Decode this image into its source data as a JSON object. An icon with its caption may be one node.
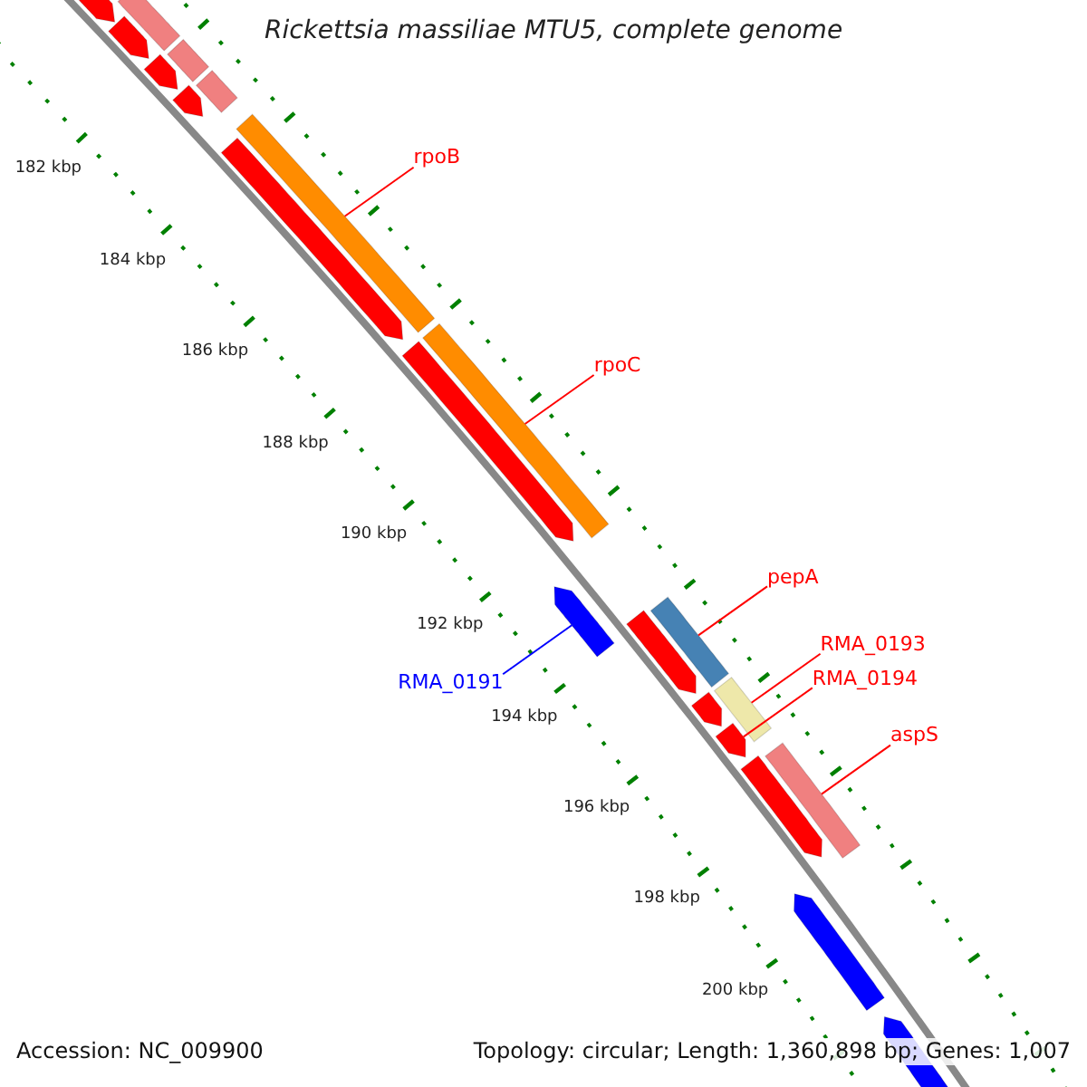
{
  "diagram": {
    "title": "Rickettsia massiliae MTU5, complete genome",
    "nodes": [
      {
        "text": [
          "rpoB"
        ]
      },
      {
        "text": [],
        "shape": "bar"
      },
      {
        "text": [
          "rpoC"
        ]
      },
      {
        "text": [],
        "shape": "bar"
      },
      {
        "text": [
          "pepA"
        ]
      },
      {
        "text": [],
        "shape": "bar"
      },
      {
        "text": [
          "RMA_0193"
        ]
      },
      {
        "text": [],
        "shape": "bar"
      },
      {
        "text": [
          "RMA_0194"
        ]
      },
      {
        "text": [],
        "shape": "bar"
      },
      {
        "text": [
          "aspS"
        ]
      },
      {
        "text": [],
        "shape": "bar"
      },
      {
        "text": [
          "RMA_0191"
        ]
      },
      {
        "text": [],
        "shape": "bar"
      },
      {
        "text": [],
        "shape": "bar"
      },
      {
        "text": [],
        "shape": "bar"
      },
      {
        "text": [],
        "shape": "bar"
      },
      {
        "text": [],
        "shape": "bar"
      },
      {
        "text": [],
        "shape": "bar"
      },
      {
        "text": [],
        "shape": "bar"
      },
      {
        "text": [],
        "shape": "bar"
      },
      {
        "text": [],
        "shape": "bar"
      },
      {
        "text": [],
        "shape": "bar"
      },
      {
        "text": [],
        "shape": "bar"
      },
      {
        "text": [],
        "shape": "bar"
      },
      {
        "text": [],
        "shape": "bar"
      },
      {
        "text": [],
        "shape": "bar"
      },
      {
        "text": [],
        "shape": "bar"
      }
    ],
    "edges": [
      {
        "from": 0,
        "to": 1,
        "arrow": "none"
      },
      {
        "from": 2,
        "to": 3,
        "arrow": "none"
      },
      {
        "from": 4,
        "to": 5,
        "arrow": "none"
      },
      {
        "from": 6,
        "to": 7,
        "arrow": "none"
      },
      {
        "from": 8,
        "to": 9,
        "arrow": "none"
      },
      {
        "from": 10,
        "to": 11,
        "arrow": "none"
      },
      {
        "from": 12,
        "to": 13,
        "arrow": "none",
        "color": "#0000ff"
      }
    ],
    "labels": [
      "182 kbp",
      "184 kbp",
      "186 kbp",
      "188 kbp",
      "190 kbp",
      "192 kbp",
      "194 kbp",
      "196 kbp",
      "198 kbp",
      "200 kbp",
      "Accession: NC_009900",
      "Topology: circular; Length: 1,360,898 bp; Genes: 1,007"
    ]
  }
}
